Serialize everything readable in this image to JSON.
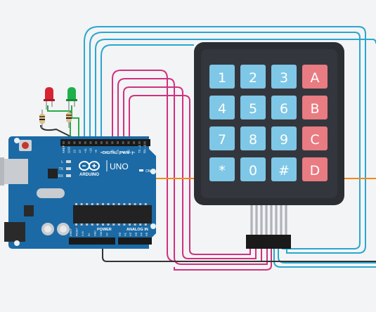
{
  "arduino": {
    "brand": "ARDUINO",
    "model": "UNO",
    "digital_label": "DIGITAL (PWM~)",
    "power_label": "POWER",
    "analog_label": "ANALOG IN",
    "on_label": "ON",
    "led_labels": [
      "L",
      "TX",
      "RX"
    ],
    "digital_pins": [
      "AREF",
      "GND",
      "13",
      "12",
      "~11",
      "~10",
      "~9",
      "8",
      "7",
      "~6",
      "~5",
      "4",
      "~3",
      "2",
      "TX→1",
      "RX←0"
    ],
    "power_pins": [
      "IOREF",
      "RESET",
      "3.3V",
      "5V",
      "GND",
      "GND",
      "Vin"
    ],
    "analog_pins": [
      "A0",
      "A1",
      "A2",
      "A3",
      "A4",
      "A5"
    ]
  },
  "keypad": {
    "keys": [
      [
        "1",
        "2",
        "3",
        "A"
      ],
      [
        "4",
        "5",
        "6",
        "B"
      ],
      [
        "7",
        "8",
        "9",
        "C"
      ],
      [
        "*",
        "0",
        "#",
        "D"
      ]
    ],
    "colors": {
      "digit": "#7fc7e6",
      "letter": "#e97b82",
      "body": "#2b2e33"
    }
  },
  "leds": [
    {
      "color": "#d62430"
    },
    {
      "color": "#1fb04b"
    }
  ],
  "wires": {
    "cyan": "#2aa7cf",
    "magenta": "#d0317f",
    "orange": "#f08a1c",
    "black": "#333333",
    "green": "#2ea84a"
  }
}
